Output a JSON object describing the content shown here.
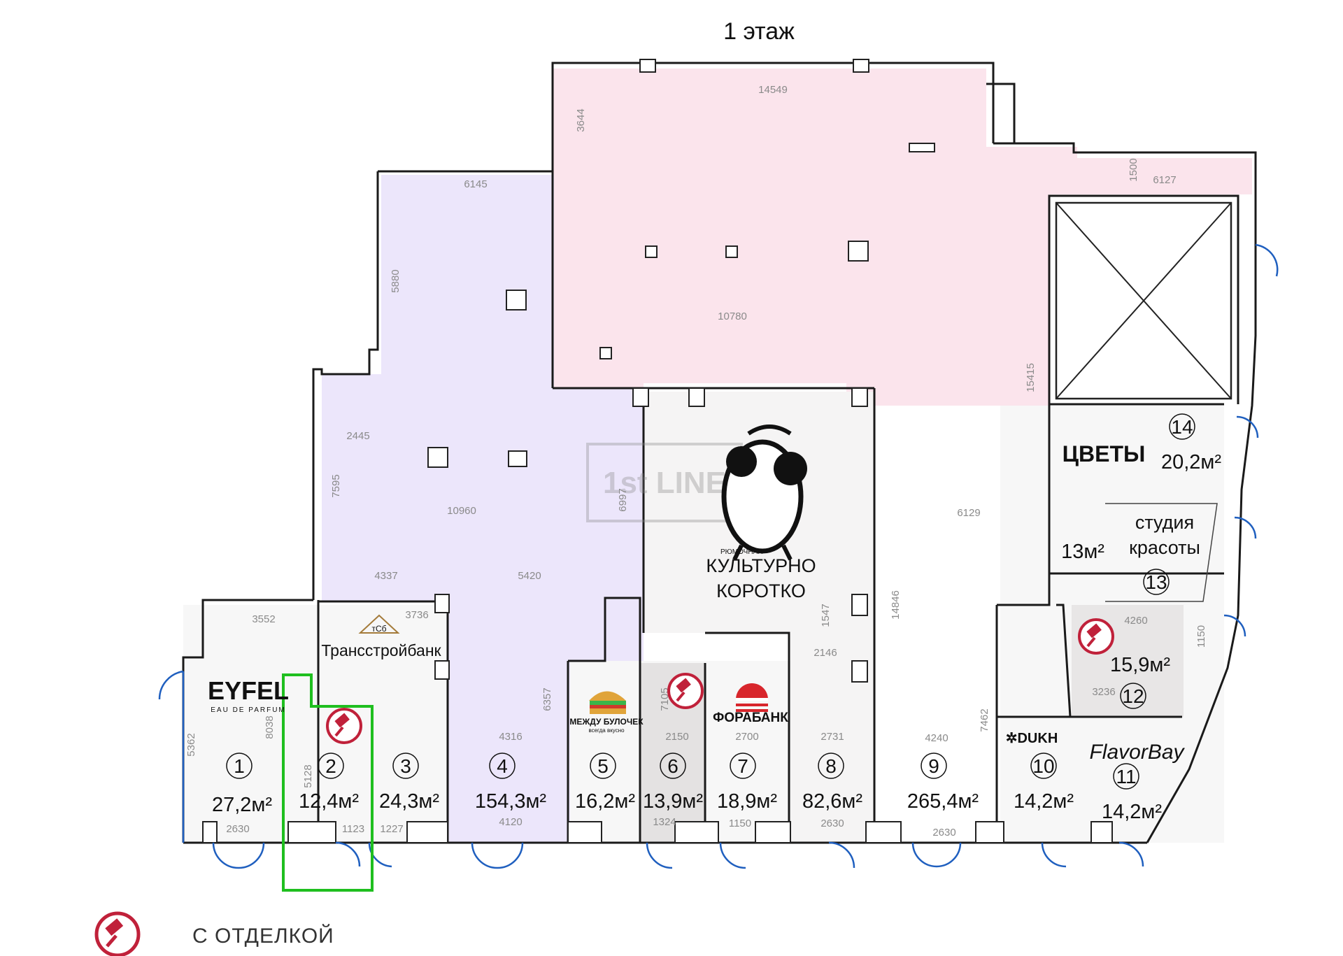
{
  "title": "1 этаж",
  "legend": {
    "label": "С ОТДЕЛКОЙ",
    "icon": "paint-roller-icon"
  },
  "watermark": {
    "text": "1st LINE"
  },
  "colors": {
    "zone_pink": "#fbe4ec",
    "zone_lavender": "#ece6fb",
    "zone_grey": "#f4f4f4",
    "zone_dark": "#e4e2e2",
    "highlight": "#1fbf1f",
    "door": "#1f5fbf",
    "badge": "#c0213a"
  },
  "units": [
    {
      "num": "1",
      "area": "27,2м²"
    },
    {
      "num": "2",
      "area": "12,4м²"
    },
    {
      "num": "3",
      "area": "24,3м²"
    },
    {
      "num": "4",
      "area": "154,3м²"
    },
    {
      "num": "5",
      "area": "16,2м²"
    },
    {
      "num": "6",
      "area": "13,9м²"
    },
    {
      "num": "7",
      "area": "18,9м²"
    },
    {
      "num": "8",
      "area": "82,6м²"
    },
    {
      "num": "9",
      "area": "265,4м²"
    },
    {
      "num": "10",
      "area": "14,2м²"
    },
    {
      "num": "11",
      "area": "14,2м²"
    },
    {
      "num": "12",
      "area": "15,9м²"
    },
    {
      "num": "13",
      "area": "13м²"
    },
    {
      "num": "14",
      "area": "20,2м²"
    }
  ],
  "brands": {
    "eyfel": "EYFEL",
    "eyfel_sub": "EAU DE PARFUM",
    "tsb_logo": "тСб",
    "tsb": "Трансстройбанк",
    "sandwich": "МЕЖДУ БУЛОЧЕК",
    "sandwich_sub": "всегда вкусно",
    "fora": "ФОРАБАНК",
    "kult_small": "РЮМОЧНАЯ",
    "kult_1": "КУЛЬТУРНО",
    "kult_2": "КОРОТКО",
    "flowers": "ЦВЕТЫ",
    "studio_1": "студия",
    "studio_2": "красоты",
    "dukh": "✲DUKH",
    "flavor": "FlavorBay"
  },
  "dimensions": [
    "14549",
    "3644",
    "6145",
    "5880",
    "1500",
    "6127",
    "10780",
    "15415",
    "2445",
    "7595",
    "6997",
    "10960",
    "6129",
    "4337",
    "5420",
    "14846",
    "3552",
    "3736",
    "1547",
    "2146",
    "4260",
    "1150",
    "3236",
    "6357",
    "7105",
    "4316",
    "2150",
    "2700",
    "2731",
    "4240",
    "7462",
    "5128",
    "1123",
    "1227",
    "2630",
    "4120",
    "1324",
    "1150",
    "2630",
    "2630",
    "8038",
    "5362"
  ]
}
